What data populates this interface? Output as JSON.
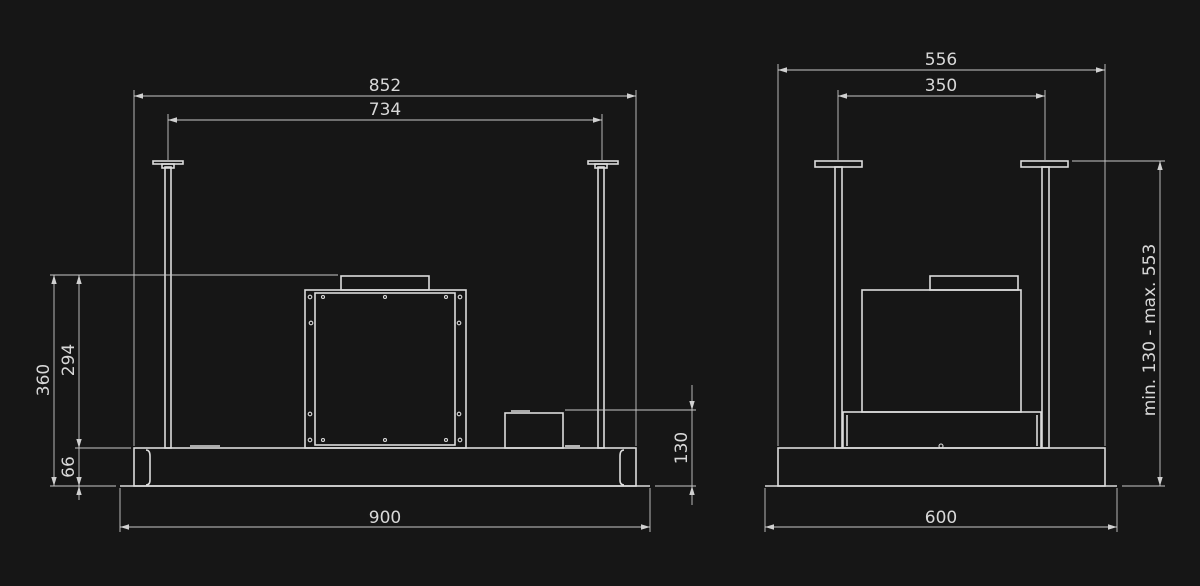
{
  "colors": {
    "background": "#161616",
    "line": "#dcdcdc"
  },
  "front_view": {
    "dimensions": {
      "total_width": "900",
      "mount_span_outer": "852",
      "mount_span_inner": "734",
      "total_height": "360",
      "motor_height": "294",
      "body_height": "66",
      "min_clearance": "130"
    }
  },
  "side_view": {
    "dimensions": {
      "total_depth": "600",
      "mount_span_outer": "556",
      "mount_span_inner": "350",
      "suspension_range": "min. 130 - max. 553"
    }
  }
}
